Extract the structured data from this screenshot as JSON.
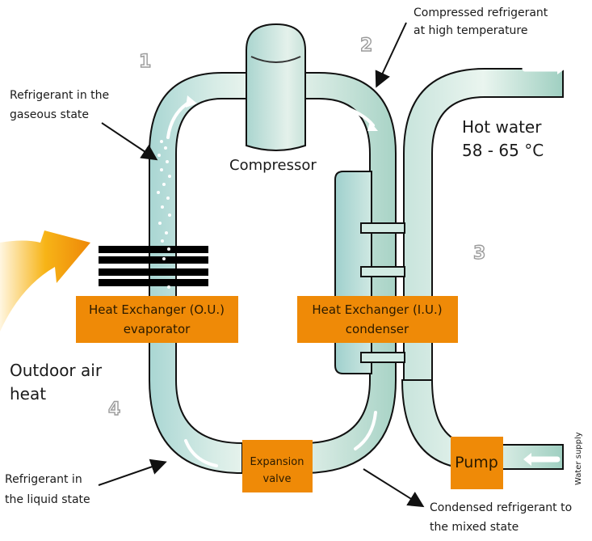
{
  "title": "Heat pump refrigeration cycle",
  "colors": {
    "pipe_fill": "#b9dfdb",
    "pipe_light": "#e8f4ee",
    "outline": "#111111",
    "box_orange": "#ef8a07",
    "heat_arrow_start": "#fff3d6",
    "heat_arrow_end": "#ef8a07",
    "step_number": "#9a9a9a"
  },
  "steps": [
    "1",
    "2",
    "3",
    "4"
  ],
  "components": {
    "compressor": "Compressor",
    "evaporator": {
      "line1": "Heat Exchanger (O.U.)",
      "line2": "evaporator"
    },
    "condenser": {
      "line1": "Heat Exchanger (I.U.)",
      "line2": "condenser"
    },
    "expansion_valve": {
      "line1": "Expansion",
      "line2": "valve"
    },
    "pump": "Pump"
  },
  "annotations": {
    "gaseous": {
      "line1": "Refrigerant in the",
      "line2": "gaseous state"
    },
    "compressed": {
      "line1": "Compressed refrigerant",
      "line2": "at high temperature"
    },
    "hot_water": {
      "line1": "Hot water",
      "line2": "58 - 65 °C"
    },
    "outdoor_air": {
      "line1": "Outdoor air",
      "line2": "heat"
    },
    "liquid": {
      "line1": "Refrigerant in",
      "line2": "the liquid state"
    },
    "mixed": {
      "line1": "Condensed refrigerant to",
      "line2": "the mixed state"
    },
    "water_supply": "Water supply"
  }
}
